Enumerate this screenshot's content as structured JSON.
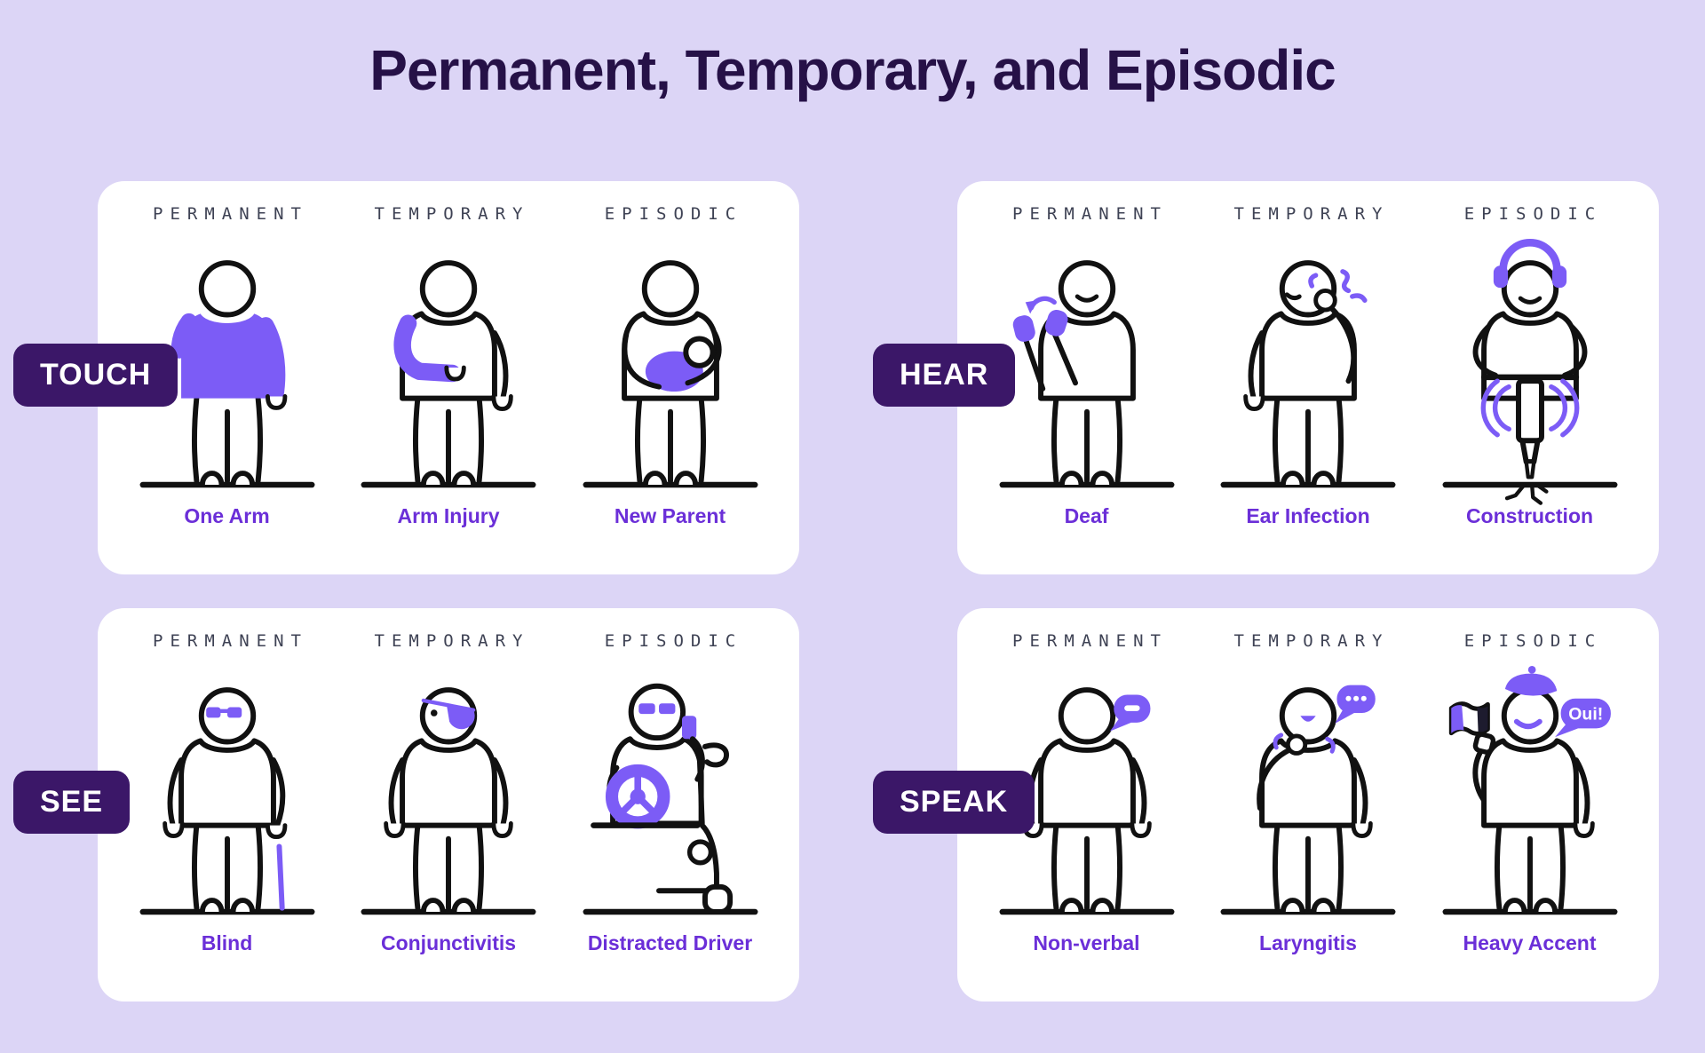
{
  "title": "Permanent, Temporary, and Episodic",
  "colors": {
    "background": "#DCD5F6",
    "card": "#FFFFFF",
    "accent": "#7C5CF6",
    "badge_background": "#3B1768",
    "badge_text": "#FFFFFF",
    "title_text": "#261147",
    "header_text": "#3E4254",
    "label_text": "#6B2FD8",
    "outline": "#111111"
  },
  "column_headers": [
    "PERMANENT",
    "TEMPORARY",
    "EPISODIC"
  ],
  "sections": [
    {
      "badge": "TOUCH",
      "items": [
        {
          "column": "PERMANENT",
          "label": "One Arm",
          "icon": "one-arm-figure-icon"
        },
        {
          "column": "TEMPORARY",
          "label": "Arm Injury",
          "icon": "arm-injury-figure-icon"
        },
        {
          "column": "EPISODIC",
          "label": "New Parent",
          "icon": "new-parent-figure-icon"
        }
      ]
    },
    {
      "badge": "HEAR",
      "items": [
        {
          "column": "PERMANENT",
          "label": "Deaf",
          "icon": "deaf-figure-icon"
        },
        {
          "column": "TEMPORARY",
          "label": "Ear Infection",
          "icon": "ear-infection-figure-icon"
        },
        {
          "column": "EPISODIC",
          "label": "Construction",
          "icon": "construction-figure-icon"
        }
      ]
    },
    {
      "badge": "SEE",
      "items": [
        {
          "column": "PERMANENT",
          "label": "Blind",
          "icon": "blind-figure-icon"
        },
        {
          "column": "TEMPORARY",
          "label": "Conjunctivitis",
          "icon": "conjunctivitis-figure-icon"
        },
        {
          "column": "EPISODIC",
          "label": "Distracted Driver",
          "icon": "distracted-driver-figure-icon"
        }
      ]
    },
    {
      "badge": "SPEAK",
      "items": [
        {
          "column": "PERMANENT",
          "label": "Non-verbal",
          "icon": "non-verbal-figure-icon"
        },
        {
          "column": "TEMPORARY",
          "label": "Laryngitis",
          "icon": "laryngitis-figure-icon"
        },
        {
          "column": "EPISODIC",
          "label": "Heavy Accent",
          "icon": "heavy-accent-figure-icon"
        }
      ]
    }
  ],
  "speech_bubbles": {
    "heavy_accent": "Oui!"
  }
}
